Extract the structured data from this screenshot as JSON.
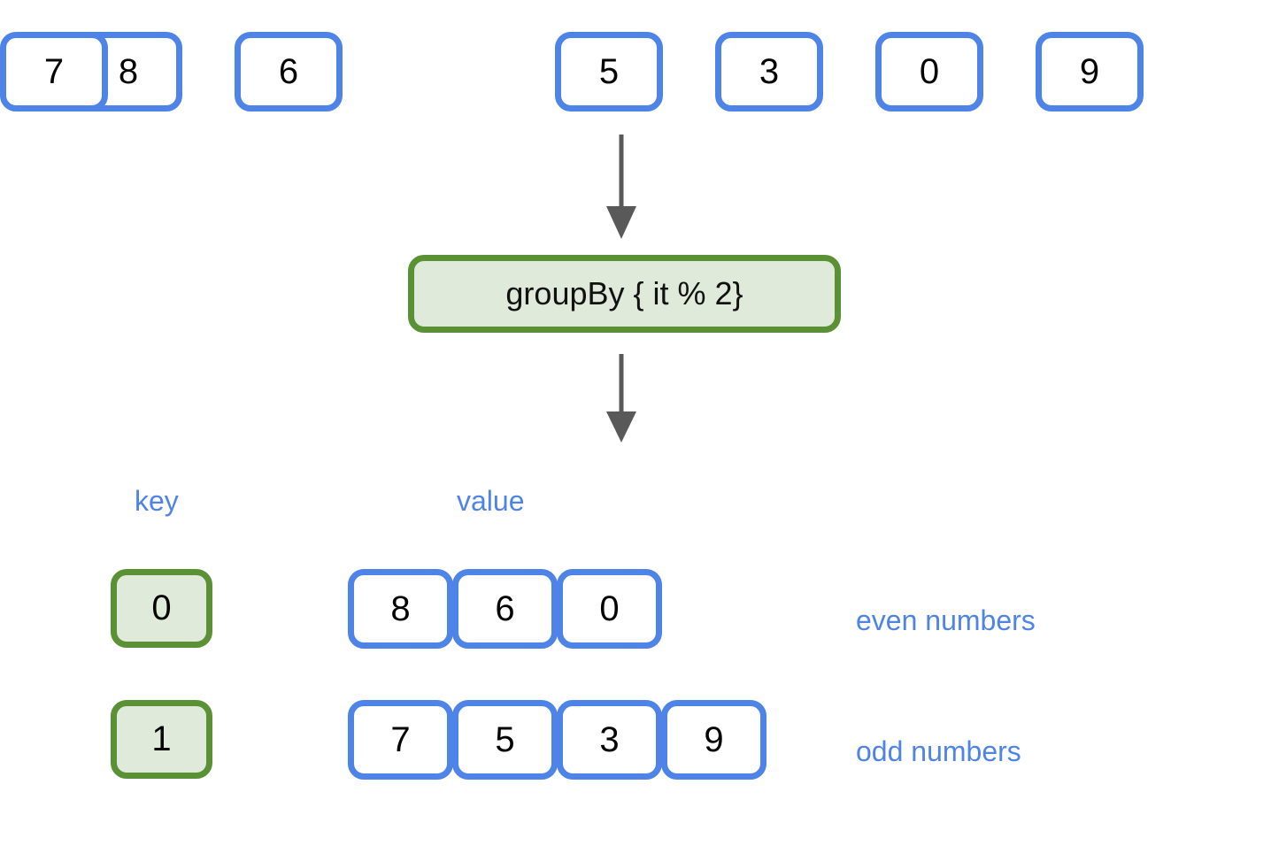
{
  "diagram": {
    "title": "groupBy { it % 2}",
    "colors": {
      "blue": "#4e83e8",
      "green_border": "#5a9134",
      "green_fill": "#dfeada",
      "arrow": "#595959",
      "text": "#040404",
      "background": "#ffffff"
    }
  },
  "source": {
    "items": [
      "8",
      "6",
      "7",
      "5",
      "3",
      "0",
      "9"
    ]
  },
  "operation": {
    "label": "groupBy { it % 2}"
  },
  "arrows": [
    {
      "name": "arrow-source-to-operation"
    },
    {
      "name": "arrow-operation-to-result"
    }
  ],
  "result": {
    "column_labels": {
      "key": "key",
      "value": "value"
    },
    "rows": [
      {
        "key": "0",
        "values": [
          "8",
          "6",
          "0"
        ],
        "annotation": "even numbers"
      },
      {
        "key": "1",
        "values": [
          "7",
          "5",
          "3",
          "9"
        ],
        "annotation": "odd numbers"
      }
    ]
  }
}
